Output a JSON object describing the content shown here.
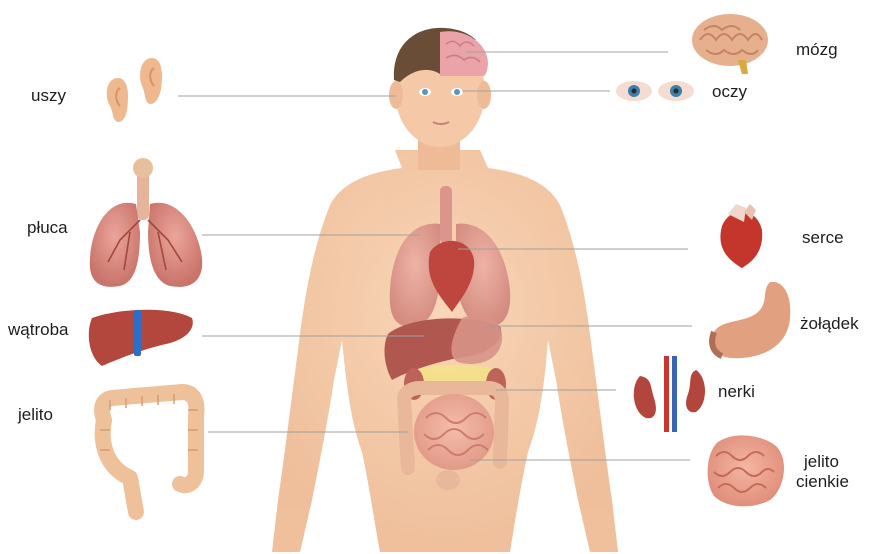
{
  "labels": {
    "ears": "uszy",
    "lungs": "płuca",
    "liver": "wątroba",
    "intestine": "jelito",
    "brain": "mózg",
    "eyes": "oczy",
    "heart": "serce",
    "stomach": "żołądek",
    "kidneys": "nerki",
    "small_intestine_line1": "jelito",
    "small_intestine_line2": "cienkie"
  },
  "colors": {
    "skin": "#f4c7a0",
    "skin_dark": "#e8a97a",
    "hair": "#5a3a22",
    "organ_red": "#c9453a",
    "lung": "#d98b7a",
    "liver": "#b4473d",
    "intestine": "#e8a48e",
    "line": "#9a9a9a"
  }
}
